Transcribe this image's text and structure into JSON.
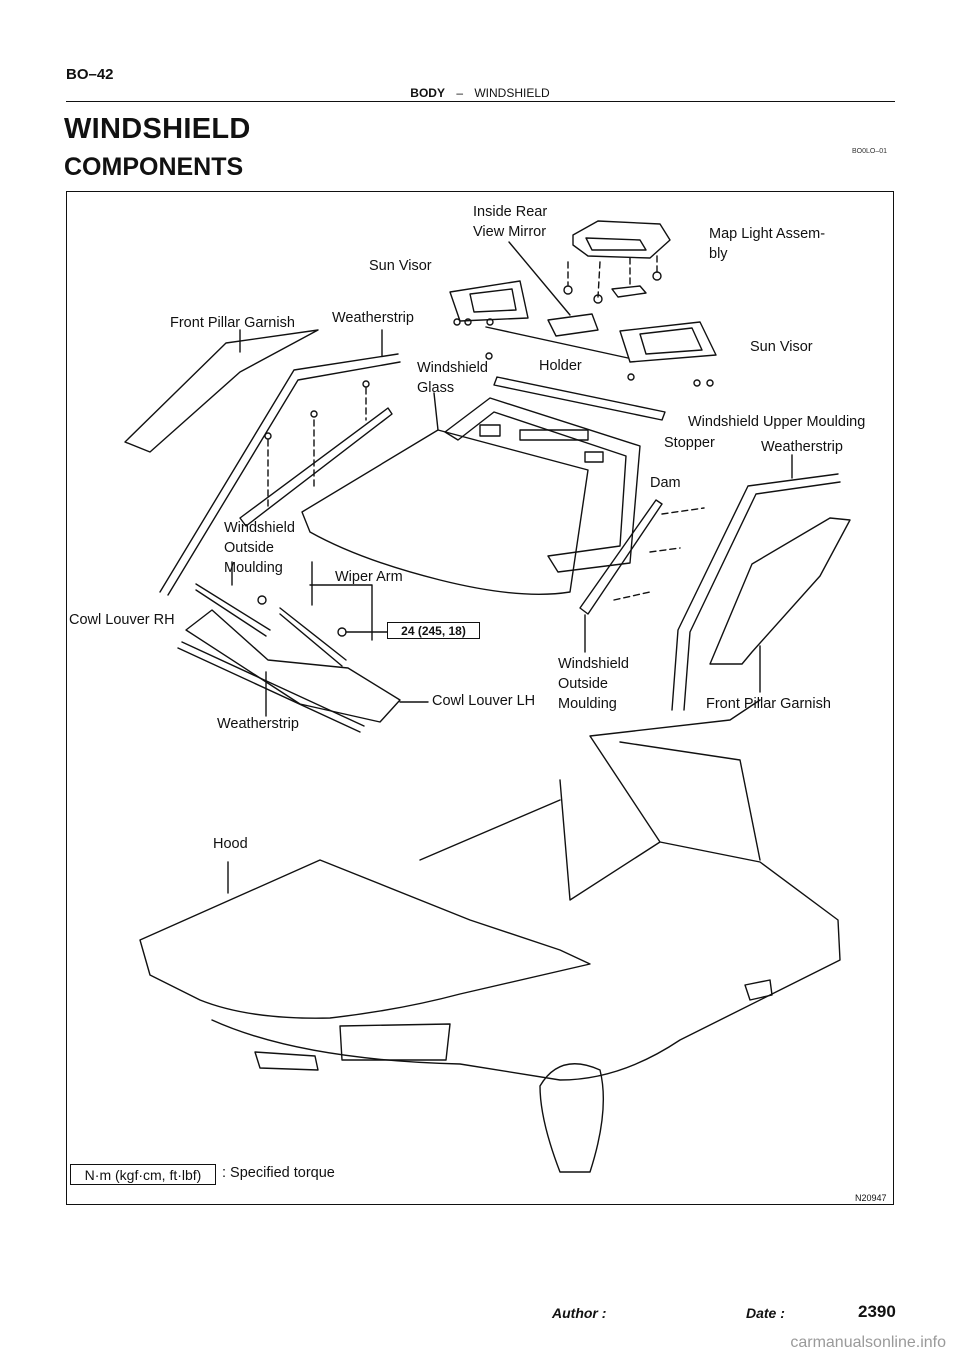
{
  "header": {
    "section_code": "BO–42",
    "section": "BODY",
    "separator": "–",
    "subsection": "WINDSHIELD"
  },
  "title": "WINDSHIELD",
  "subtitle": "COMPONENTS",
  "doc_id": "BO0LO–01",
  "labels": {
    "inside_rear_view_mirror": "Inside Rear\nView Mirror",
    "map_light_assembly": "Map  Light  Assem-\nbly",
    "sun_visor_left": "Sun Visor",
    "sun_visor_right": "Sun Visor",
    "front_pillar_garnish_left": "Front Pillar Garnish",
    "weatherstrip_top": "Weatherstrip",
    "windshield_glass": "Windshield\nGlass",
    "holder": "Holder",
    "windshield_upper_moulding": "Windshield Upper Moulding",
    "stopper": "Stopper",
    "weatherstrip_right": "Weatherstrip",
    "dam": "Dam",
    "windshield_outside_moulding_left": "Windshield\nOutside\nMoulding",
    "wiper_arm": "Wiper Arm",
    "cowl_louver_rh": "Cowl Louver RH",
    "torque_value": "24 (245, 18)",
    "windshield_outside_moulding_right": "Windshield\nOutside\nMoulding",
    "cowl_louver_lh": "Cowl Louver LH",
    "front_pillar_garnish_right": "Front Pillar Garnish",
    "weatherstrip_bottom": "Weatherstrip",
    "hood": "Hood"
  },
  "legend": {
    "unit_box": "N·m (kgf·cm, ft·lbf)",
    "description": ": Specified torque"
  },
  "figure_id": "N20947",
  "footer": {
    "author_label": "Author :",
    "date_label": "Date :",
    "page_number": "2390"
  },
  "watermark": "carmanualsonline.info"
}
